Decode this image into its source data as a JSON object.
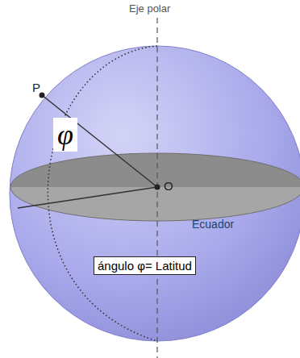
{
  "diagram": {
    "nodes": [
      {
        "text": [
          "φ"
        ]
      },
      {
        "text": [
          "ángulo φ= Latitud"
        ]
      }
    ],
    "labels": [
      "Eje polar",
      "P",
      "O",
      "Ecuador"
    ]
  }
}
